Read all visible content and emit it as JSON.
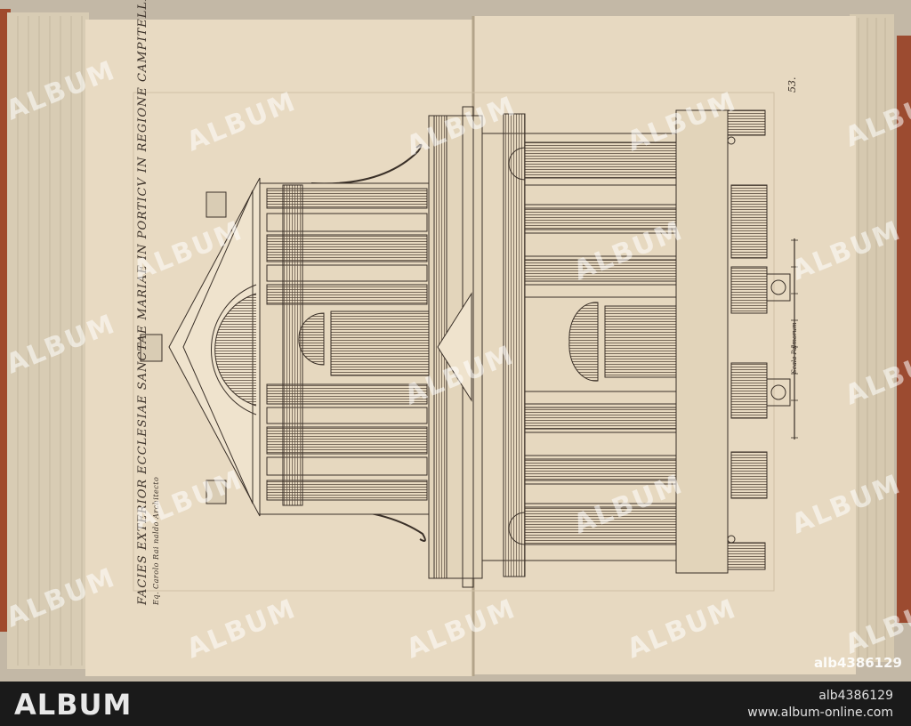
{
  "plate": {
    "title": "FACIES EXTERIOR ECCLESIAE SANCTAE MARIAE IN PORTICV IN REGIONE CAMPITELLI",
    "credit": "Eq. Carolo Rai naldo Architecto",
    "page_number": "53.",
    "scale_label": "Scala Palmorum"
  },
  "watermark": {
    "text": "ALBUM",
    "stock_id": "alb4386129"
  },
  "footer": {
    "brand": "ALBUM",
    "id": "alb4386129",
    "url": "www.album-online.com"
  },
  "colors": {
    "paper": "#e9dcc5",
    "ink": "#3a3028",
    "footer_bg": "#1a1a1a"
  }
}
